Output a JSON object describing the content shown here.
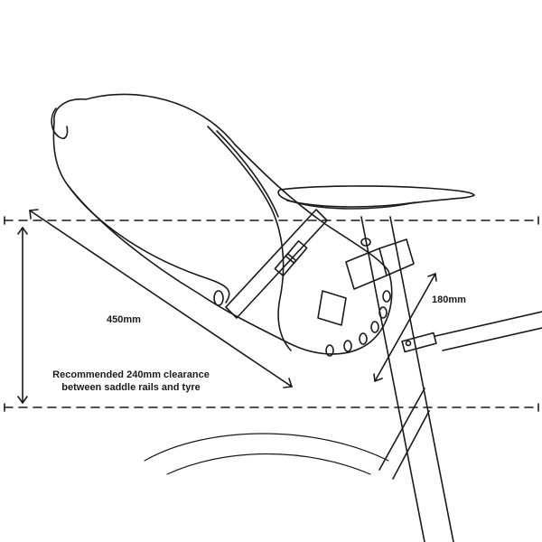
{
  "diagram": {
    "subject": "Seat pack mounted under bicycle saddle",
    "dimensions": {
      "length_label": "450mm",
      "diameter_label": "180mm",
      "clearance_line1": "Recommended 240mm clearance",
      "clearance_line2": "between saddle rails and tyre"
    },
    "colors": {
      "line": "#1a1a1a",
      "background": "#ffffff"
    }
  }
}
